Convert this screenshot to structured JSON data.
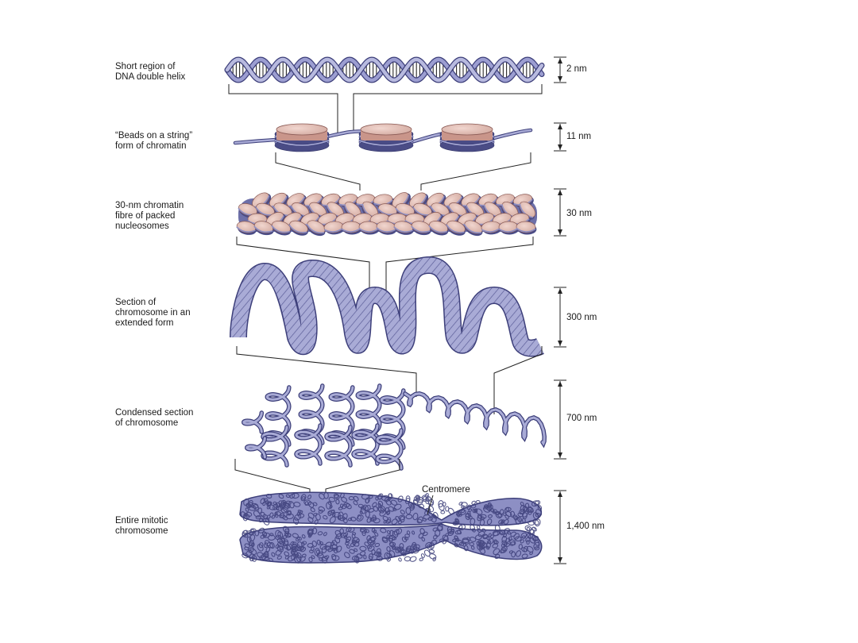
{
  "levels": [
    {
      "label": "Short region of\nDNA double helix",
      "size": "2 nm"
    },
    {
      "label": "“Beads on a string”\nform of chromatin",
      "size": "11 nm"
    },
    {
      "label": "30-nm chromatin\nfibre of packed\nnucleosomes",
      "size": "30 nm"
    },
    {
      "label": "Section of\nchromosome in an\nextended form",
      "size": "300 nm"
    },
    {
      "label": "Condensed section\nof chromosome",
      "size": "700 nm"
    },
    {
      "label": "Entire mitotic\nchromosome",
      "size": "1,400 nm"
    }
  ],
  "annotations": {
    "centromere": "Centromere"
  },
  "colors": {
    "strand": "#8d8fc4",
    "strand_dark": "#3d3f7a",
    "histone": "#e2bfb6",
    "histone_edge": "#8a5a55",
    "ink": "#1a1a1a"
  }
}
